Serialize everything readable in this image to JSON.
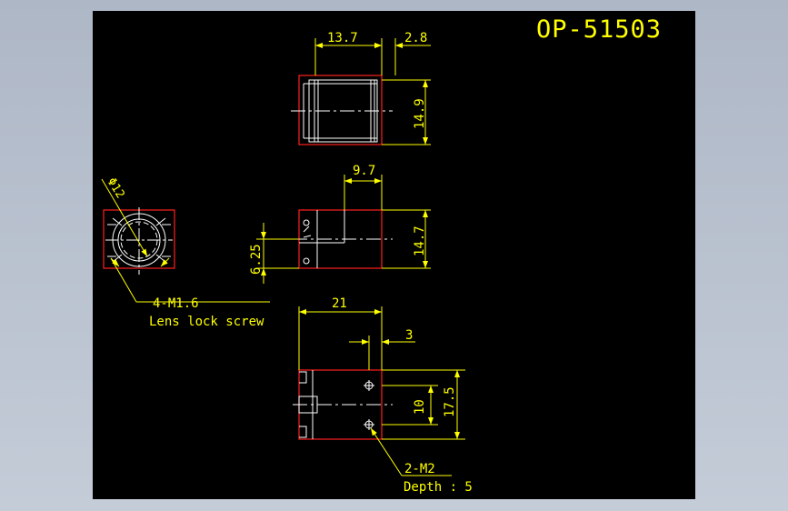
{
  "title": "OP-51503",
  "colors": {
    "background": "#000000",
    "outline": "#ff2020",
    "dimension": "#ffff00",
    "geometry": "#ffffff",
    "viewport_bg": "#b8c0cc"
  },
  "top_view": {
    "dim_width": "13.7",
    "dim_offset": "2.8",
    "dim_height": "14.9"
  },
  "side_view": {
    "dim_top": "9.7",
    "dim_height": "14.7",
    "dim_left": "6.25"
  },
  "front_view": {
    "dim_diameter": "Φ12",
    "callout_screw": "4-M1.6",
    "callout_text": "Lens lock screw"
  },
  "bottom_view": {
    "dim_width": "21",
    "dim_offset": "3",
    "dim_inner": "10",
    "dim_height": "17.5",
    "callout_hole": "2-M2",
    "callout_depth": "Depth : 5"
  }
}
